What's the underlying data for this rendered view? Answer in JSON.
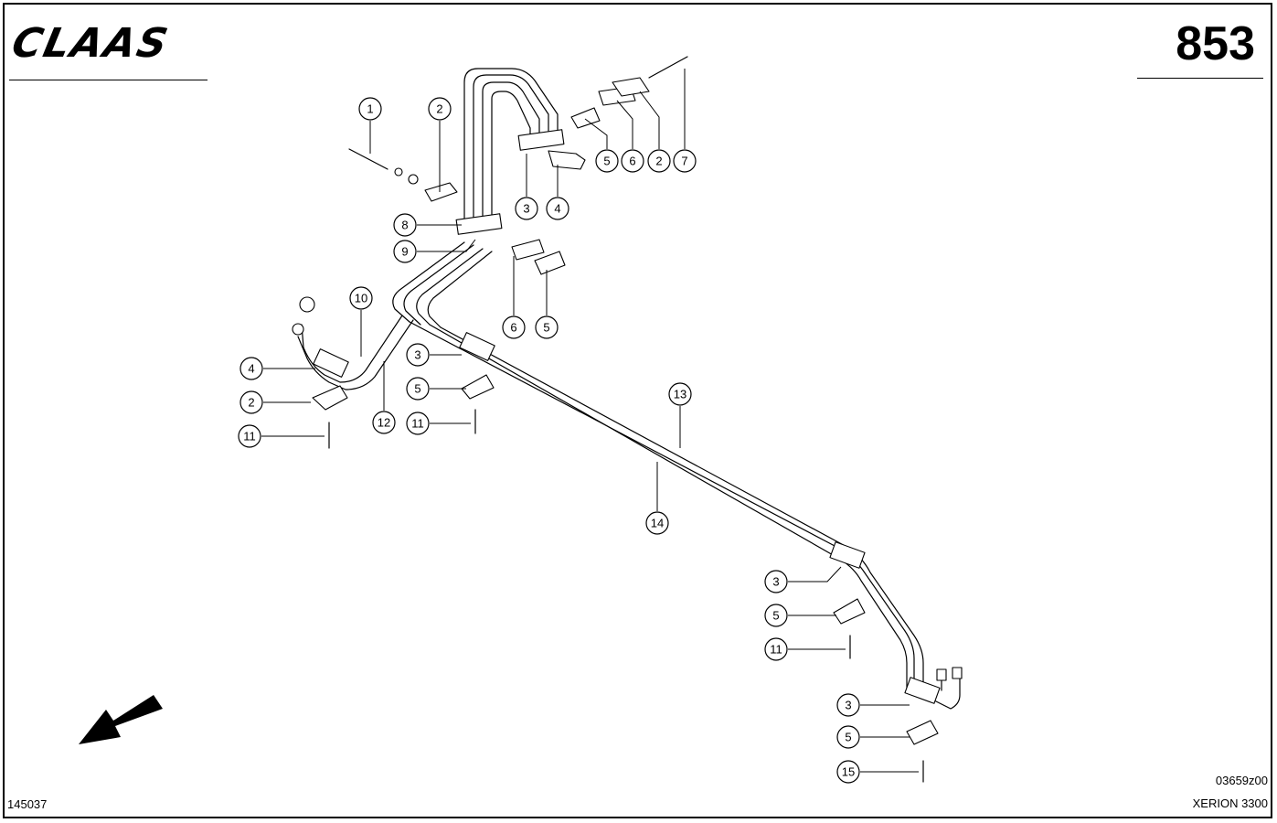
{
  "brand": "CLAAS",
  "page_number": "853",
  "document_id": "145037",
  "drawing_id": "03659z00",
  "model": "XERION 3300",
  "callouts": [
    {
      "label": "1"
    },
    {
      "label": "2"
    },
    {
      "label": "5"
    },
    {
      "label": "6"
    },
    {
      "label": "2"
    },
    {
      "label": "7"
    },
    {
      "label": "3"
    },
    {
      "label": "4"
    },
    {
      "label": "8"
    },
    {
      "label": "9"
    },
    {
      "label": "6"
    },
    {
      "label": "5"
    },
    {
      "label": "10"
    },
    {
      "label": "4"
    },
    {
      "label": "3"
    },
    {
      "label": "2"
    },
    {
      "label": "5"
    },
    {
      "label": "12"
    },
    {
      "label": "11"
    },
    {
      "label": "11"
    },
    {
      "label": "13"
    },
    {
      "label": "14"
    },
    {
      "label": "3"
    },
    {
      "label": "5"
    },
    {
      "label": "11"
    },
    {
      "label": "3"
    },
    {
      "label": "5"
    },
    {
      "label": "15"
    }
  ]
}
